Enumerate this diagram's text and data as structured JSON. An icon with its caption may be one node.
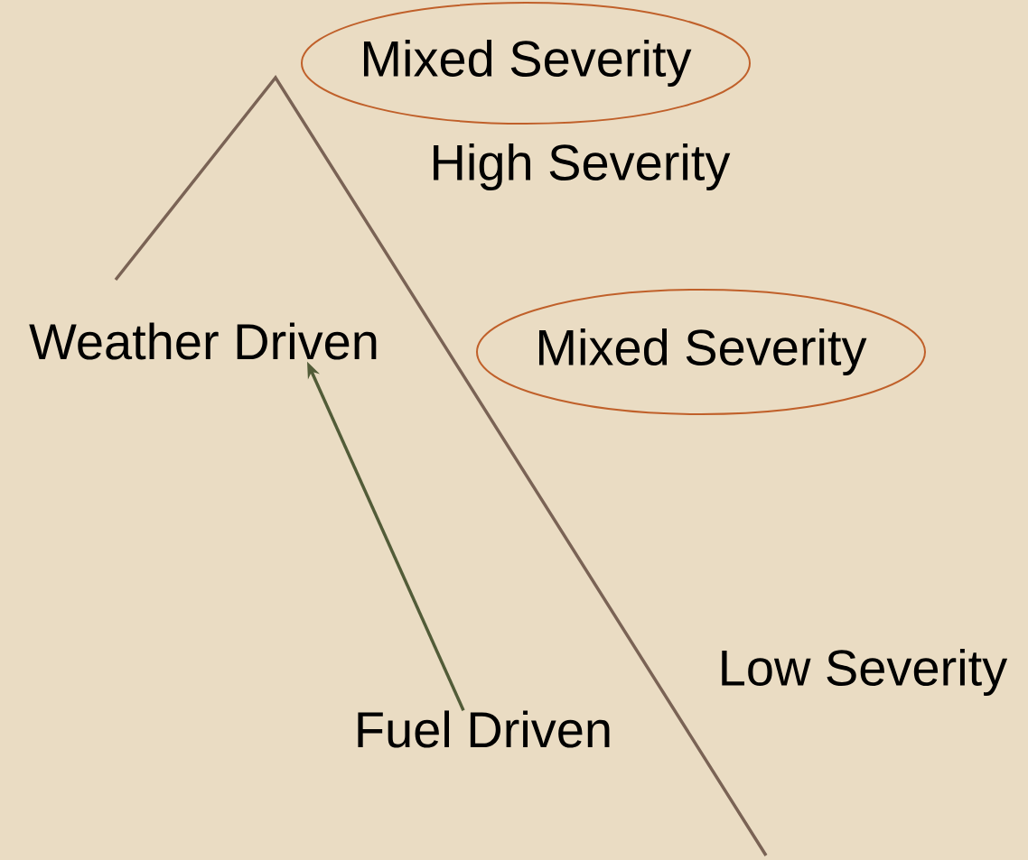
{
  "diagram": {
    "nodes": [
      {
        "text": [
          "Mixed Severity"
        ]
      },
      {
        "text": [
          "Weather Driven"
        ]
      },
      {
        "text": [
          "Mixed Severity"
        ]
      },
      {
        "text": [
          "Fuel Driven"
        ]
      }
    ],
    "edges": [
      {
        "from": 3,
        "to": 1,
        "arrow": "to"
      }
    ],
    "labels": [
      "High Severity",
      "Low Severity"
    ]
  }
}
